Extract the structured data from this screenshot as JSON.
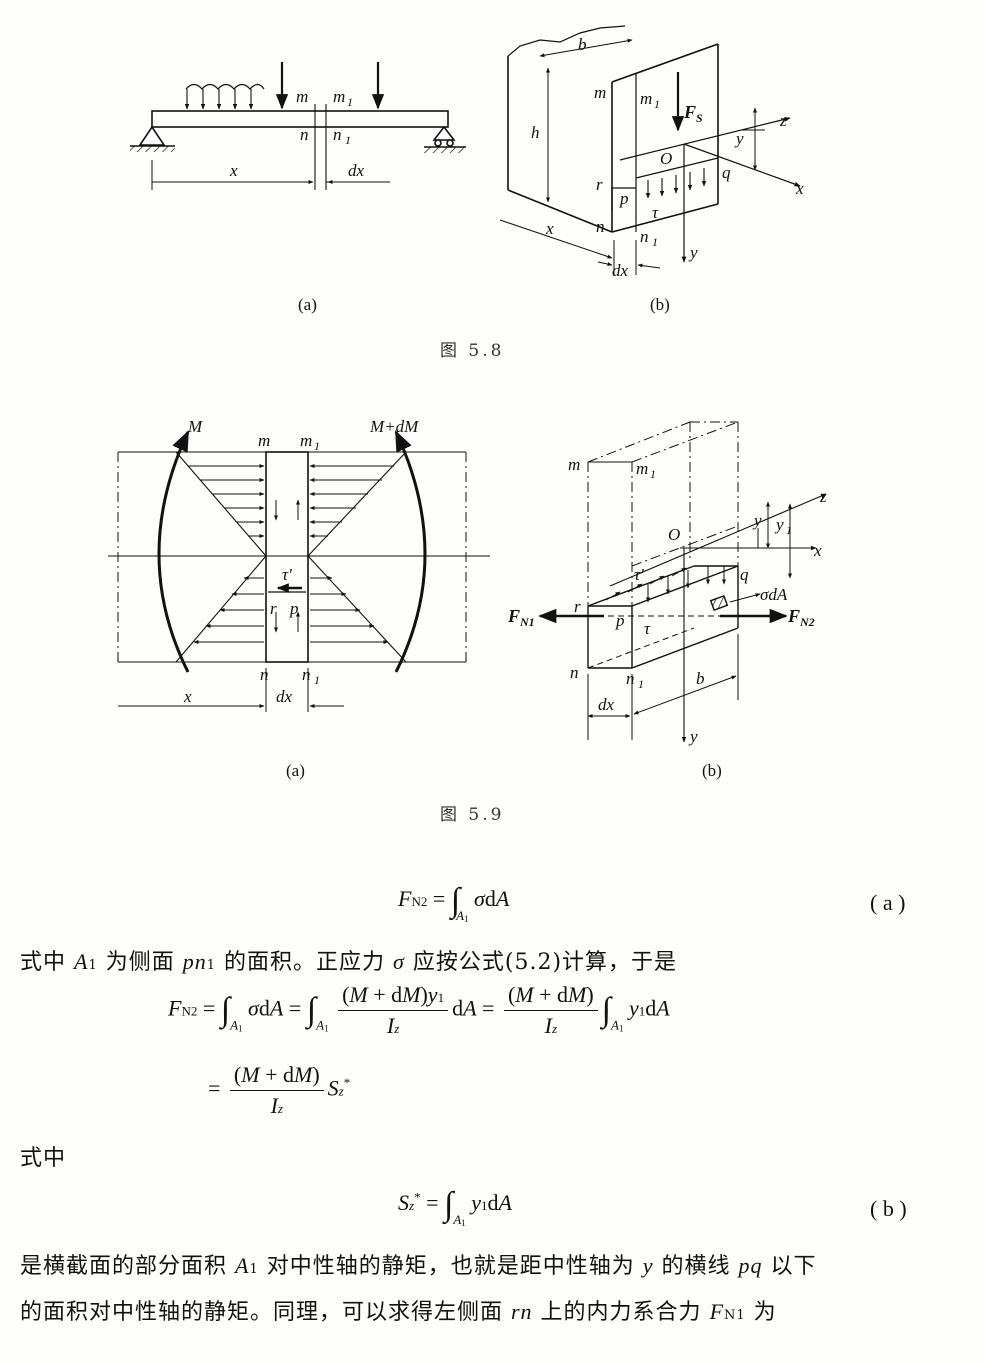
{
  "fig58": {
    "a_labels": {
      "m": "m",
      "m1": "m",
      "m1sub": "1",
      "n": "n",
      "n1": "n",
      "n1sub": "1",
      "x": "x",
      "dx": "dx",
      "sub": "(a)"
    },
    "b_labels": {
      "b": "b",
      "h": "h",
      "m": "m",
      "m1": "m",
      "m1sub": "1",
      "FS": "F",
      "FSsub": "S",
      "z": "z",
      "y_dim": "y",
      "O": "O",
      "x_axis": "x",
      "r": "r",
      "q": "q",
      "p": "p",
      "tau": "τ",
      "x": "x",
      "n": "n",
      "n1": "n",
      "n1sub": "1",
      "dx": "dx",
      "y_axis": "y",
      "sub": "(b)"
    },
    "caption": "图 5.8"
  },
  "fig59": {
    "a_labels": {
      "M": "M",
      "MdM": "M+dM",
      "m": "m",
      "m1": "m",
      "m1sub": "1",
      "tau_p": "τ'",
      "r": "r",
      "p": "p",
      "n": "n",
      "n1": "n",
      "n1sub": "1",
      "x": "x",
      "dx": "dx",
      "sub": "(a)"
    },
    "b_labels": {
      "m": "m",
      "m1": "m",
      "m1sub": "1",
      "z": "z",
      "O": "O",
      "y": "y",
      "y1": "y",
      "y1sub": "1",
      "x_axis": "x",
      "tau_p": "τ'",
      "q": "q",
      "sigma": "σdA",
      "r": "r",
      "p": "p",
      "tau": "τ",
      "FN1": "F",
      "FN1sub": "N1",
      "FN2": "F",
      "FN2sub": "N2",
      "n": "n",
      "n1": "n",
      "n1sub": "1",
      "b": "b",
      "dx": "dx",
      "y_axis": "y",
      "sub": "(b)"
    },
    "caption": "图 5.9"
  },
  "text": {
    "eq_a_tag": "( a )",
    "eq_b_tag": "( b )",
    "line1_pre": "式中 ",
    "line1_A": "A",
    "line1_Asub": "1",
    "line1_mid": " 为侧面 ",
    "line1_pn": "pn",
    "line1_pnsub": "1",
    "line1_post": " 的面积。正应力 ",
    "line1_sigma": "σ",
    "line1_end": " 应按公式(5.2)计算，于是",
    "line2": "式中",
    "line3_pre": "是横截面的部分面积 ",
    "line3_A": "A",
    "line3_Asub": "1",
    "line3_mid": " 对中性轴的静矩，也就是距中性轴为 ",
    "line3_y": "y",
    "line3_mid2": " 的横线 ",
    "line3_pq": "pq",
    "line3_end": " 以下",
    "line4_pre": "的面积对中性轴的静矩。同理，可以求得左侧面 ",
    "line4_rn": "rn",
    "line4_mid": " 上的内力系合力 ",
    "line4_F": "F",
    "line4_Fsub": "N1",
    "line4_end": " 为"
  }
}
